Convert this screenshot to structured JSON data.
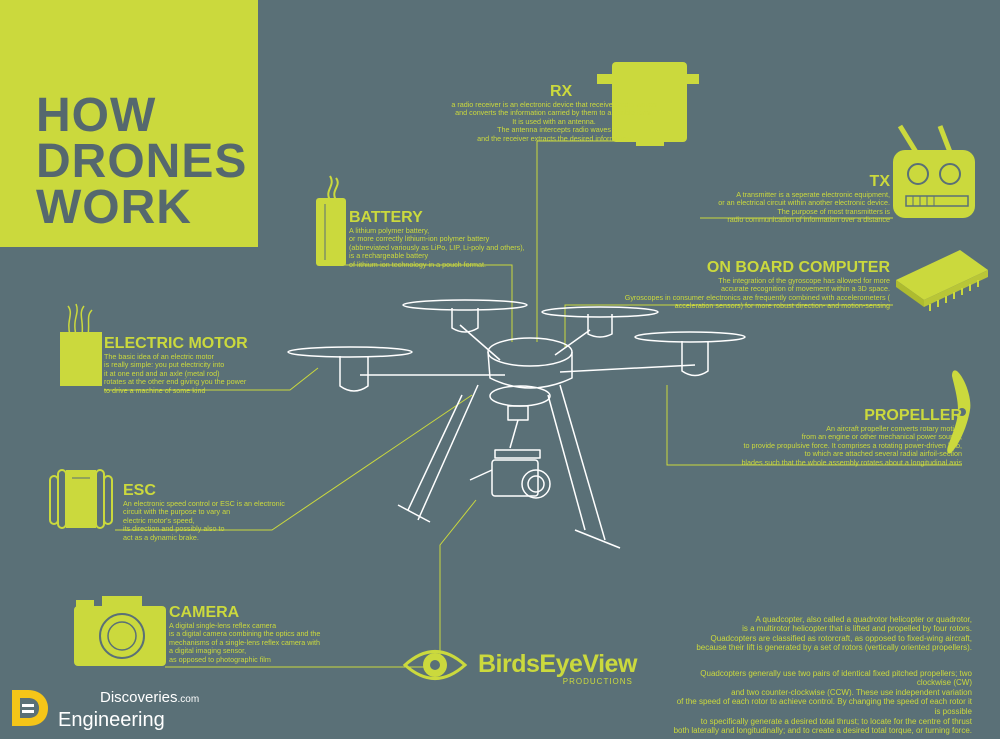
{
  "title": {
    "lines": [
      "HOW",
      "DRONES",
      "WORK"
    ]
  },
  "sections": {
    "rx": {
      "heading": "RX",
      "text": "a radio receiver is an electronic device that receives radio waves\nand converts the information carried by them to a usable form.\nIt is used with an antenna.\nThe antenna intercepts radio waves\nand the receiver extracts the desired information"
    },
    "tx": {
      "heading": "TX",
      "text": "A transmitter is a seperate electronic equipment,\nor an electrical circuit within another electronic device.\nThe purpose of most transmitters is\nradio communication of information over a distance"
    },
    "battery": {
      "heading": "BATTERY",
      "text": "A lithium polymer battery,\nor more correctly lithium-ion polymer battery\n(abbreviated variously as LiPo, LIP, Li-poly and others),\nis a rechargeable battery\nof lithium-ion technology in a pouch format."
    },
    "onboard": {
      "heading": "ON BOARD COMPUTER",
      "text": "The integration of the gyroscope has allowed for more\naccurate recognition of movement within a 3D space.\nGyroscopes in consumer electronics are frequently combined with accelerometers (\nacceleration sensors) for more robust direction- and motion-sensing"
    },
    "motor": {
      "heading": "ELECTRIC MOTOR",
      "text": "The basic idea of an electric motor\nis really simple: you put electricity into\nit at one end and an axle (metal rod)\nrotates at the other end giving you the power\nto drive a machine of some kind"
    },
    "propeller": {
      "heading": "PROPELLER",
      "text": "An aircraft propeller converts rotary motion\nfrom an engine or other mechanical power source,\nto provide propulsive force. It comprises a rotating power-driven hub,\nto which are attached several radial airfoil-section\nblades such that the whole assembly rotates about a longitudinal axis"
    },
    "esc": {
      "heading": "ESC",
      "text": "An electronic speed control or ESC is an electronic\ncircuit with the purpose to vary an\nelectric motor's speed,\nits direction and possibly also to\nact as a dynamic brake."
    },
    "camera": {
      "heading": "CAMERA",
      "text": "A digital single-lens reflex camera\nis a digital camera combining the optics and the\nmechanisms of a single-lens reflex camera with\na digital imaging sensor,\nas opposed to photographic film"
    }
  },
  "intro": {
    "p1": "A quadcopter, also called a quadrotor helicopter or quadrotor,\nis a multirotor helicopter that is lifted and propelled by four rotors.\nQuadcopters are classified as rotorcraft, as opposed to fixed-wing aircraft,\nbecause their lift is generated by a set of rotors (vertically oriented propellers).",
    "p2": "Quadcopters generally use two pairs of identical fixed pitched propellers; two clockwise (CW)\nand two counter-clockwise (CCW). These use independent variation\nof the speed of each rotor to achieve control. By changing the speed of each rotor it is possible\nto specifically generate a desired total thrust; to locate for the centre of thrust\nboth laterally and longitudinally; and to create a desired total torque, or turning force."
  },
  "brand": {
    "name": "BirdsEyeView",
    "sub": "PRODUCTIONS"
  },
  "footer": {
    "discoveries": "Discoveries",
    "com": ".com",
    "engineering": "Engineering"
  },
  "colors": {
    "background": "#5a7077",
    "accent": "#cbd93d",
    "text_dark": "#55686e",
    "drone_line": "#ffffff"
  }
}
